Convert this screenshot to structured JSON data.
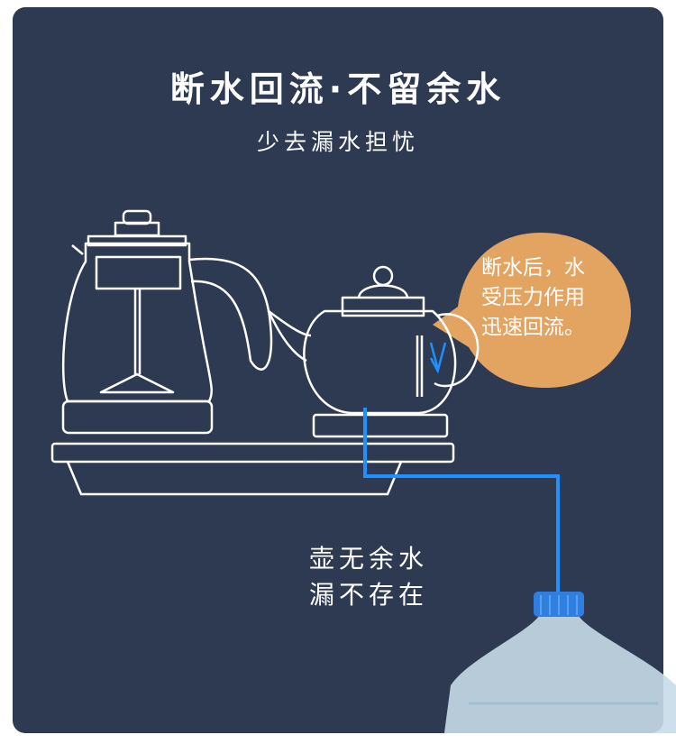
{
  "headline": "断水回流·不留余水",
  "subheadline": "少去漏水担忧",
  "callout": {
    "lines": [
      "断水后，水",
      "受压力作用",
      "迅速回流。"
    ]
  },
  "caption": {
    "lines": [
      "壶无余水",
      "漏不存在"
    ]
  },
  "colors": {
    "background": "#2d3a51",
    "callout": "#e2a460",
    "water_pipe": "#1e90ff",
    "bottle_cap": "#2f7fe0"
  }
}
